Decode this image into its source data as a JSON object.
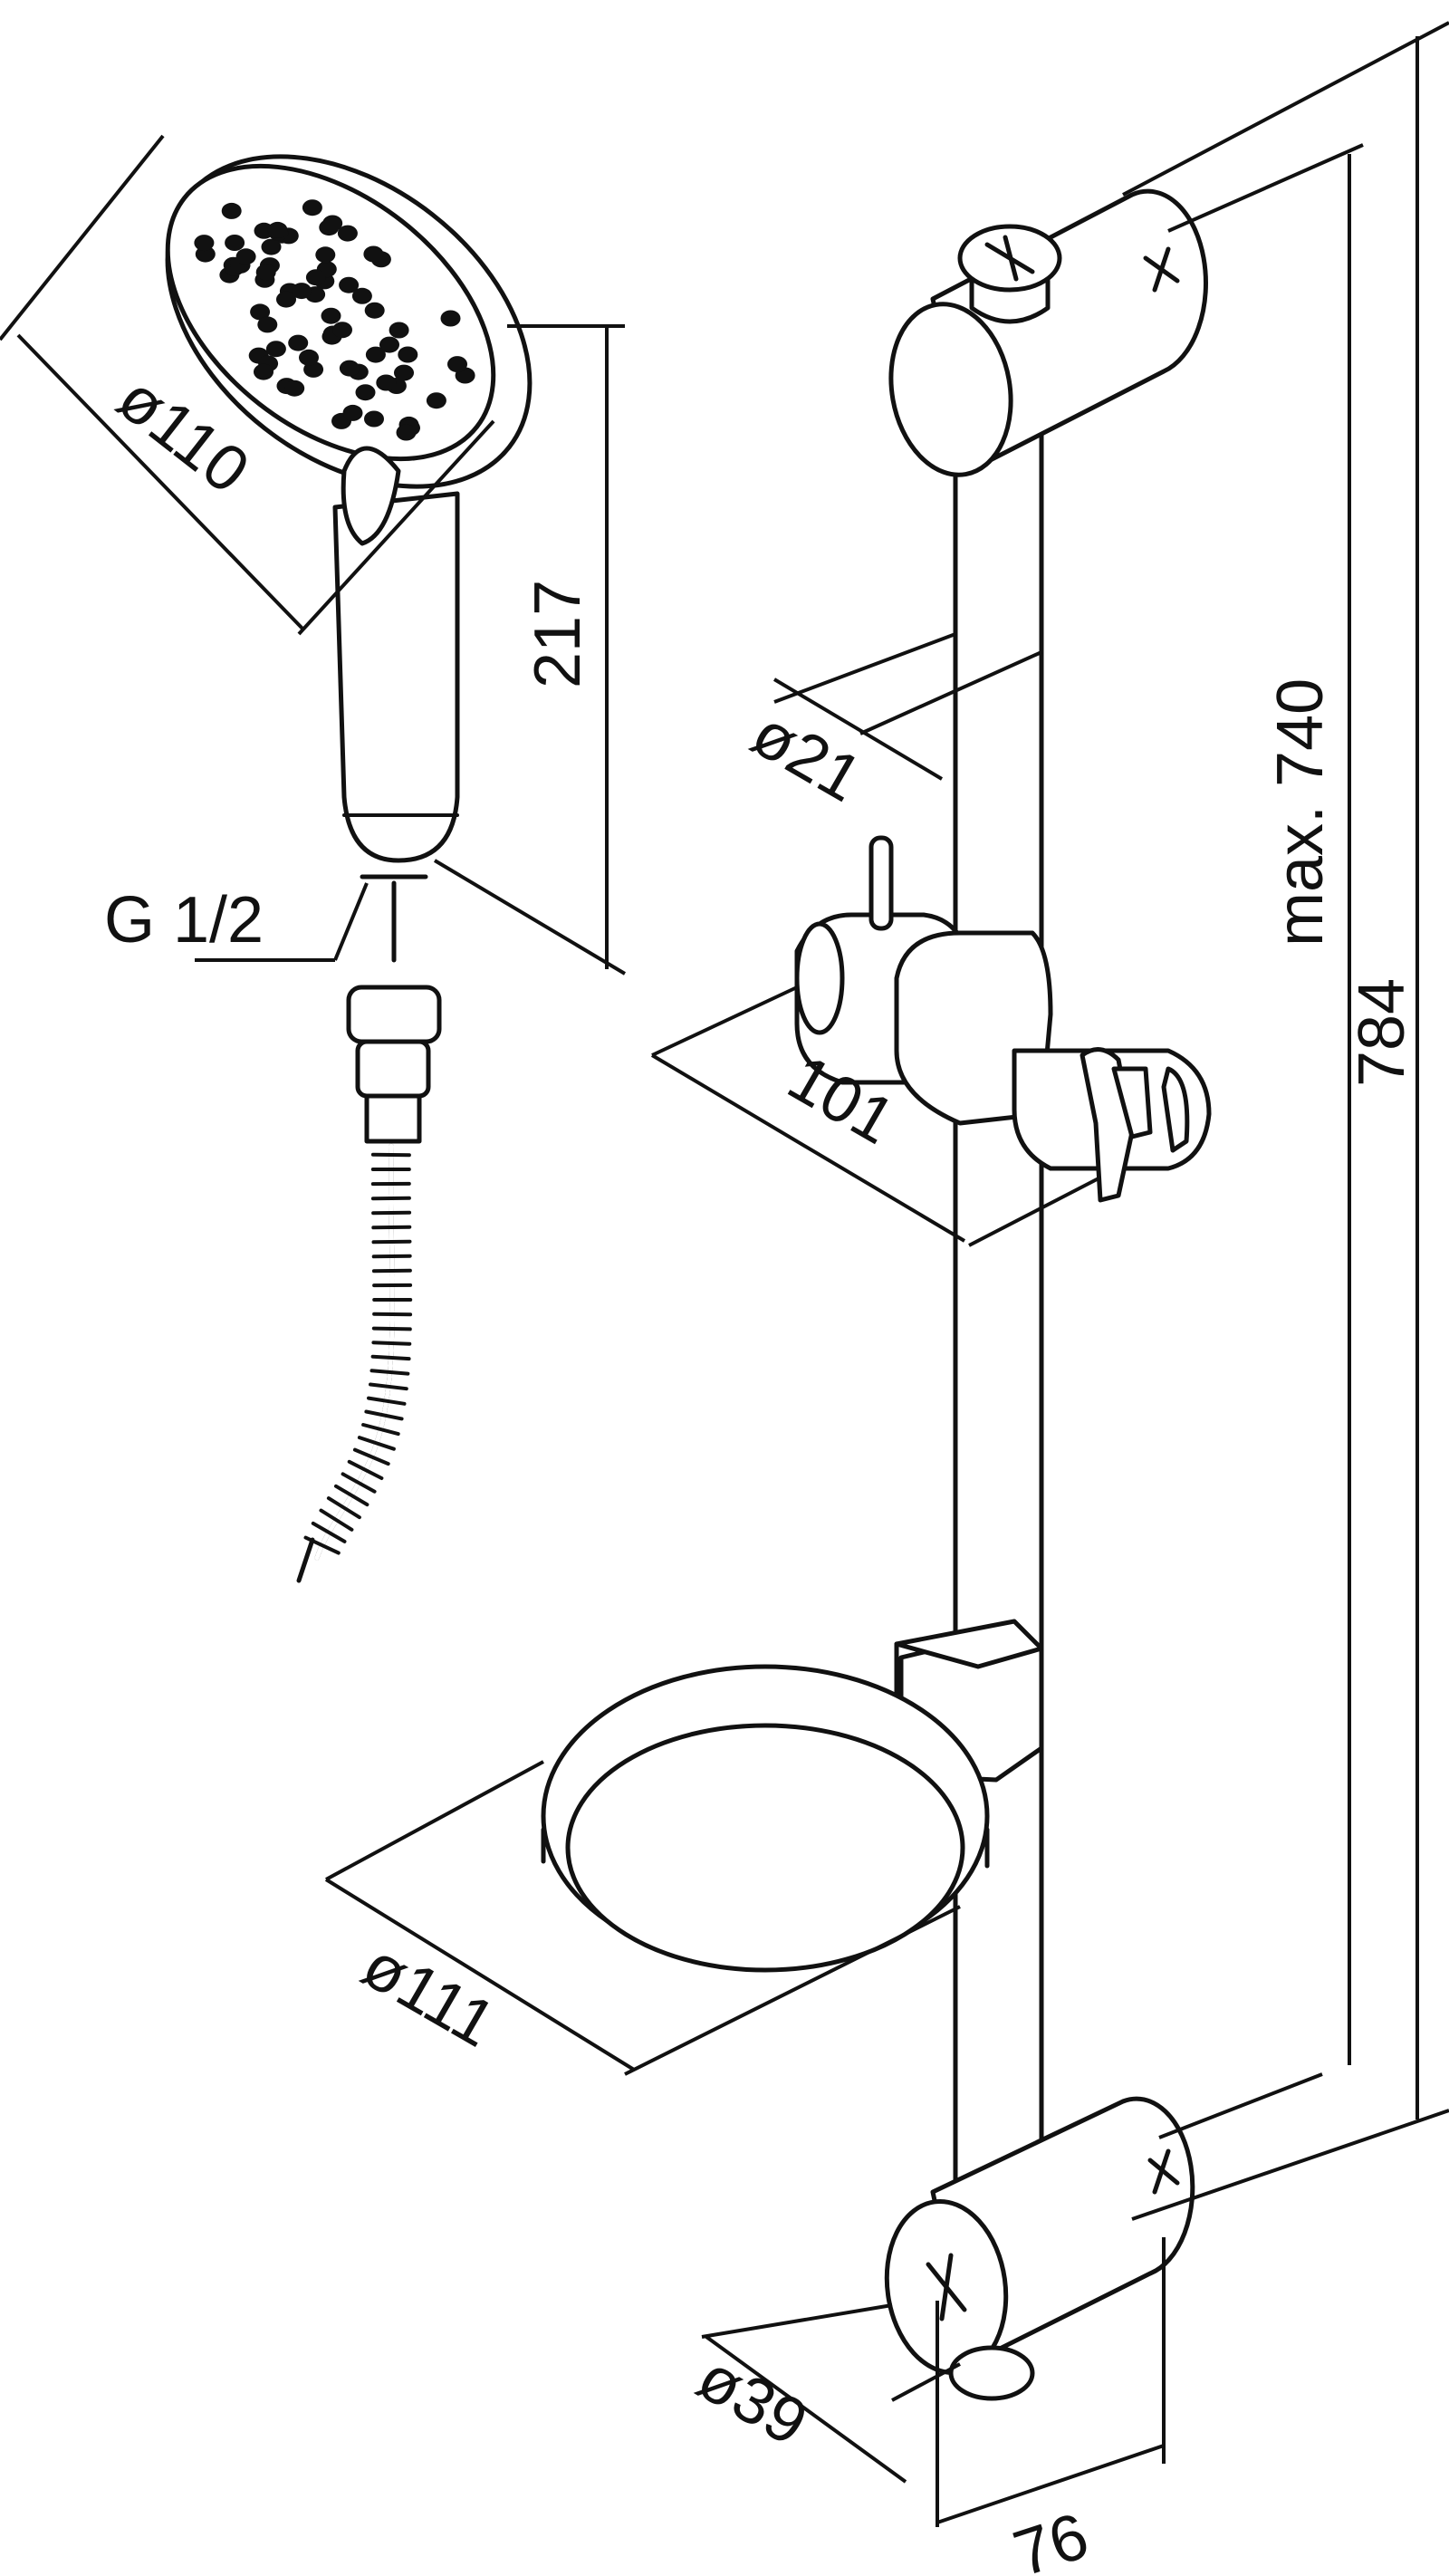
{
  "drawing": {
    "labels": {
      "head_diameter": "ø110",
      "handle_length": "217",
      "thread": "G 1/2",
      "rail_diameter": "ø21",
      "slider_width": "101",
      "adjust_range": "max. 740",
      "total_height": "784",
      "dish_diameter": "ø111",
      "bracket_diameter": "ø39",
      "wall_distance": "76"
    },
    "colors": {
      "line": "#111111",
      "background": "#ffffff"
    }
  }
}
